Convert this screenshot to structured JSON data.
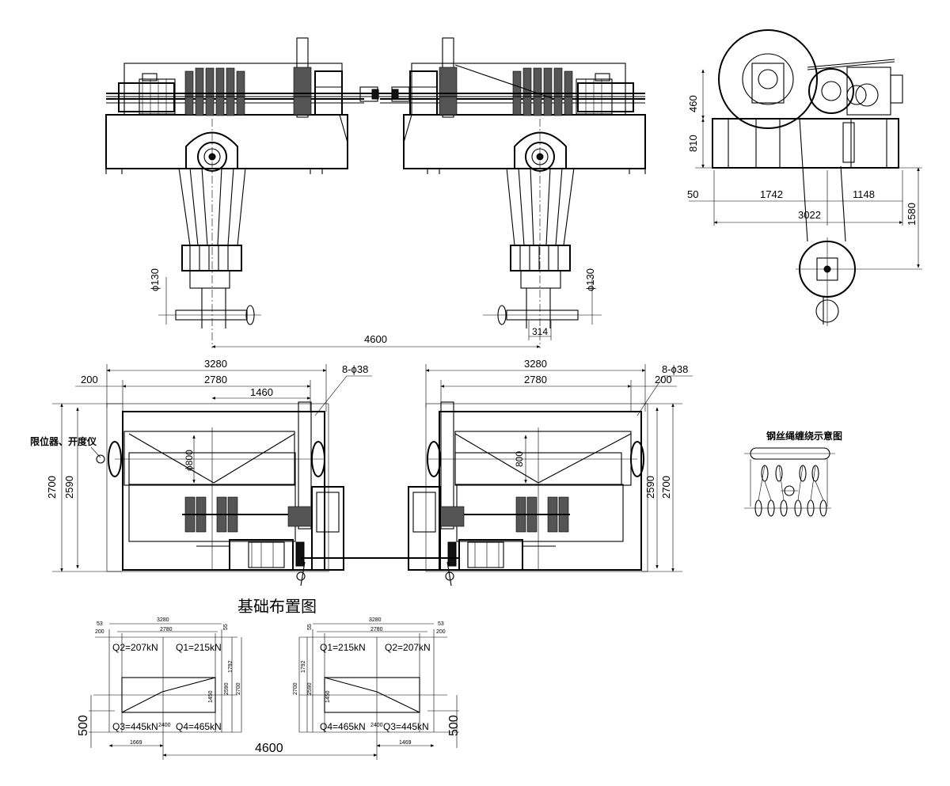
{
  "drawing": {
    "top_dims": {
      "phi130_left": "ϕ130",
      "phi130_right": "ϕ130",
      "span_4600": "4600",
      "d314": "314"
    },
    "side_view": {
      "h460": "460",
      "h810": "810",
      "d50": "50",
      "d1742": "1742",
      "d1148": "1148",
      "d3022": "3022",
      "v1580": "1580"
    },
    "plan_view": {
      "left_3280": "3280",
      "left_2780": "2780",
      "left_1460": "1460",
      "left_200": "200",
      "left_bolts": "8-ϕ38",
      "left_2700": "2700",
      "left_2590": "2590",
      "left_phi800": "ϕ800",
      "right_3280": "3280",
      "right_2780": "2780",
      "right_200": "200",
      "right_bolts": "8-ϕ38",
      "right_2700": "2700",
      "right_2590": "2590",
      "right_800": "800",
      "limit_label": "限位器、开度仪"
    },
    "rope_diagram_title": "钢丝绳缠绕示意图",
    "foundation": {
      "title": "基础布置图",
      "left": {
        "w3280": "3280",
        "w2780": "2780",
        "s53": "53",
        "s200": "200",
        "s55": "55",
        "q2": "Q2=207kN",
        "q1": "Q1=215kN",
        "q3": "Q3=445kN",
        "q4": "Q4=465kN",
        "h1792": "1792",
        "h2590": "2590",
        "h2700": "2700",
        "h1450": "1450",
        "d2400": "2400",
        "d1669": "1669",
        "h500": "500"
      },
      "right": {
        "w3280": "3280",
        "w2780": "2780",
        "s53": "53",
        "s200": "200",
        "s55": "55",
        "q1": "Q1=215kN",
        "q2": "Q2=207kN",
        "q4": "Q4=465kN",
        "q3": "Q3=445kN",
        "h1792": "1792",
        "h2590": "2590",
        "h2700": "2700",
        "h1450": "1450",
        "d2400": "2400",
        "d1469": "1469",
        "h500": "500"
      },
      "span_4600": "4600"
    }
  }
}
